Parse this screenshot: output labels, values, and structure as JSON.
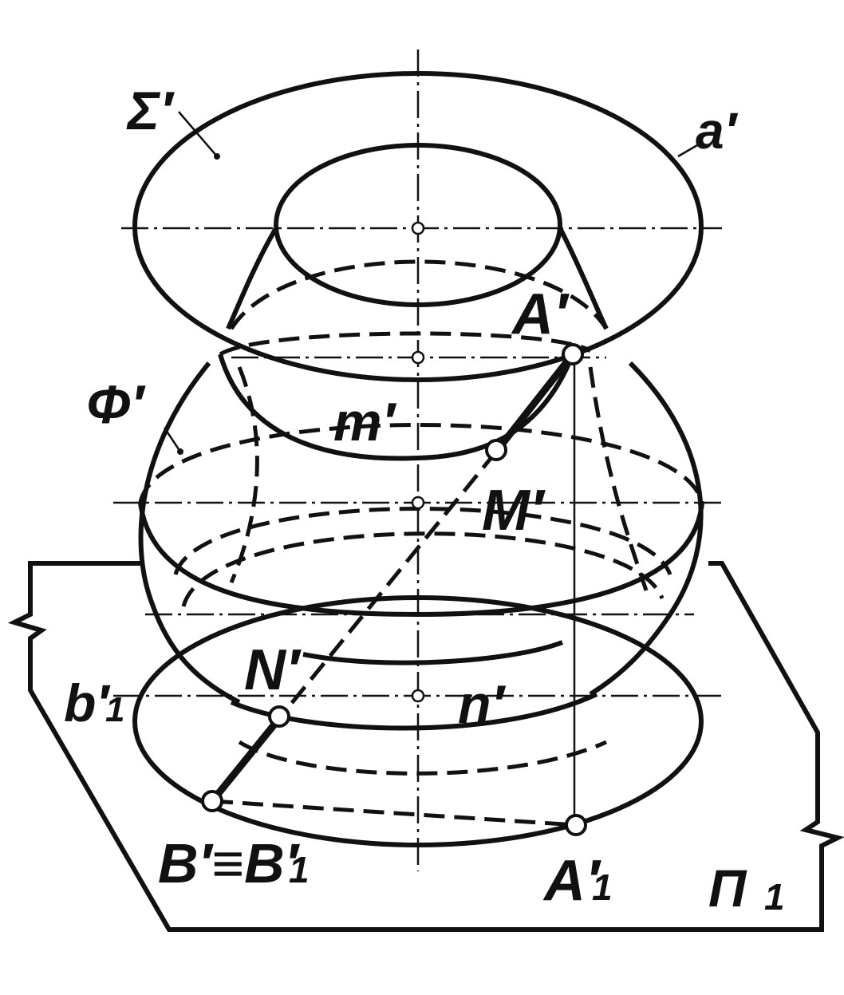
{
  "labels": {
    "sigma": "Σ′",
    "a": "a′",
    "phi": "Φ′",
    "m": "m′",
    "A": "A′",
    "M": "M′",
    "N": "N′",
    "n": "n′",
    "b1_main": "b′",
    "b1_sub": "1",
    "B_main": "B′≡B′",
    "B_sub": "1",
    "A1_main": "A′",
    "A1_sub": "1",
    "Pi_main": "Π",
    "Pi_sub": "1"
  }
}
